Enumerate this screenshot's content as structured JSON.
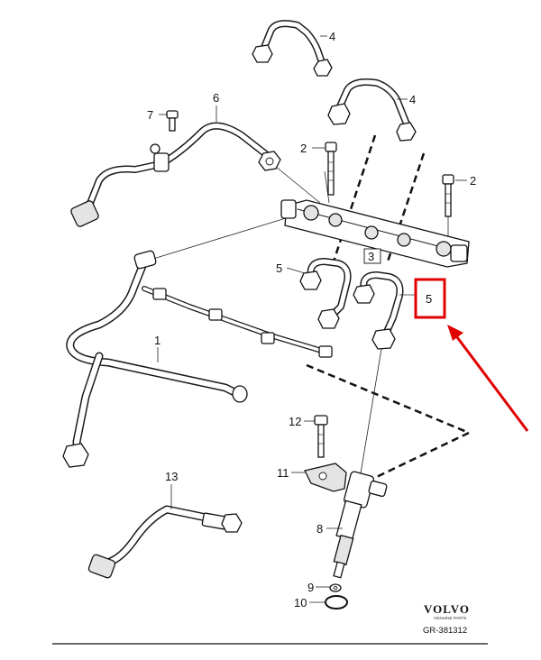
{
  "callouts": [
    "1",
    "2",
    "2",
    "3",
    "4",
    "4",
    "5",
    "5",
    "6",
    "7",
    "8",
    "9",
    "10",
    "11",
    "12",
    "13"
  ],
  "logo": {
    "brand": "VOLVO",
    "subtext": "GENUINE PARTS"
  },
  "diagram_ref": "GR-381312",
  "highlight": {
    "label": "5",
    "box_color": "#e00000",
    "arrow_color": "#e00000"
  },
  "colors": {
    "line": "#111111",
    "background": "#ffffff"
  }
}
